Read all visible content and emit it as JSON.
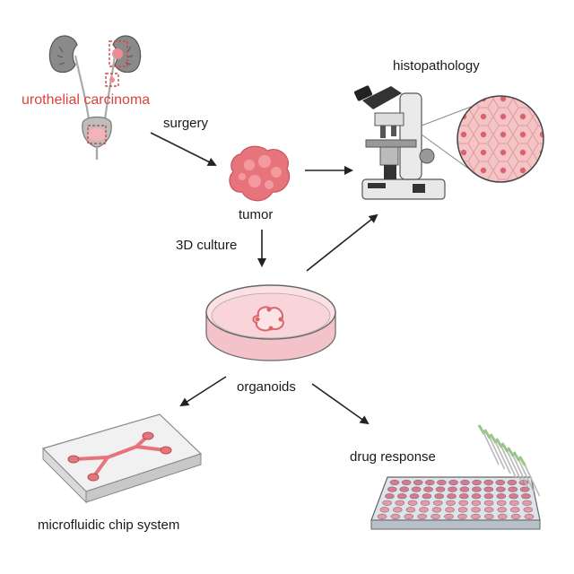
{
  "labels": {
    "carcinoma": "urothelial carcinoma",
    "surgery": "surgery",
    "tumor": "tumor",
    "histopathology": "histopathology",
    "culture": "3D culture",
    "organoids": "organoids",
    "chip": "microfluidic chip system",
    "drug": "drug response"
  },
  "colors": {
    "accent": "#d9443f",
    "tissue_pink": "#f2b8bd",
    "tumor": "#e8747b",
    "text": "#1a1a1a",
    "arrow": "#222222",
    "organ_gray": "#8a8a8a"
  },
  "icons": [
    "urinary-system-icon",
    "tumor-icon",
    "microscope-icon",
    "petri-dish-icon",
    "microfluidic-chip-icon",
    "well-plate-icon",
    "multichannel-pipette-icon"
  ]
}
